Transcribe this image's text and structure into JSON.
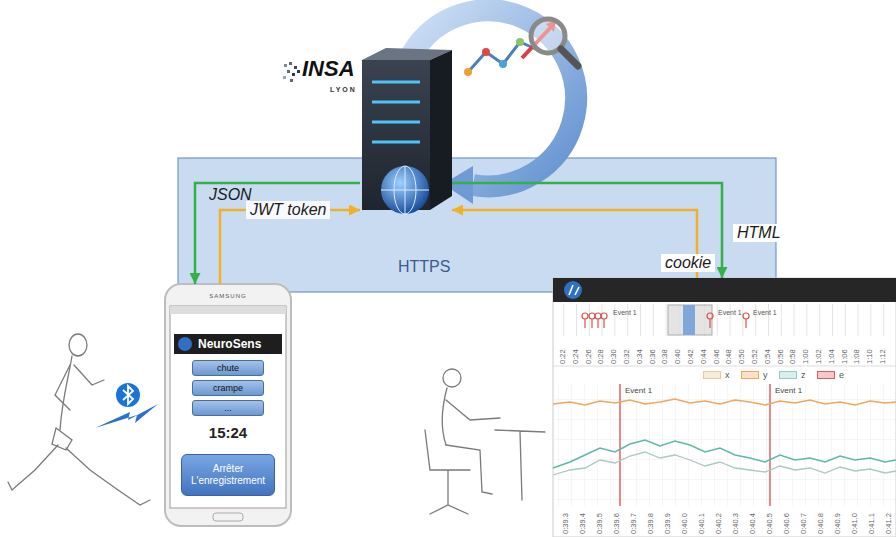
{
  "diagram": {
    "nodes": [
      {
        "text": [
          "INSA",
          "LYON"
        ]
      },
      {
        "text": [
          "HTTPS"
        ]
      },
      {
        "text": [
          "SAMSUNG",
          "NeuroSens",
          "15:24"
        ]
      },
      {
        "text": [
          "chute"
        ],
        "in": 2
      },
      {
        "text": [
          "crampe"
        ],
        "in": 2
      },
      {
        "text": [
          "..."
        ],
        "in": 2
      },
      {
        "text": [
          "Arrêter L'enregistrement"
        ],
        "in": 2
      },
      {
        "text": [
          "Event 1",
          "Event 1"
        ]
      }
    ],
    "edges": [
      {
        "from": 0,
        "to": 2,
        "label": "JSON",
        "arrow": "to"
      },
      {
        "from": 2,
        "to": 0,
        "label": "JWT token",
        "arrow": "to"
      },
      {
        "from": 0,
        "to": 7,
        "label": "HTML",
        "arrow": "to"
      },
      {
        "from": 7,
        "to": 0,
        "label": "cookie",
        "arrow": "to"
      }
    ],
    "labels": [
      "Event 1",
      "Event 1",
      "Event 1",
      "0:22",
      "0:24",
      "0:26",
      "0:28",
      "0:30",
      "0:32",
      "0:34",
      "0:36",
      "0:38",
      "0:40",
      "0:42",
      "0:44",
      "0:46",
      "0:48",
      "0:50",
      "0:52",
      "0:54",
      "0:56",
      "0:58",
      "1:00",
      "1:02",
      "1:04",
      "1:06",
      "1:08",
      "1:10",
      "1:12",
      "0:39.3",
      "0:39.4",
      "0:39.5",
      "0:39.6",
      "0:39.7",
      "0:39.8",
      "0:39.9",
      "0:40.0",
      "0:40.1",
      "0:40.2",
      "0:40.3",
      "0:40.4",
      "0:40.5",
      "0:40.6",
      "0:40.7",
      "0:40.8",
      "0:40.9",
      "0:41.0",
      "0:41.1",
      "0:41.2"
    ],
    "legend": [
      {
        "text": "x",
        "color": "#e9c79a"
      },
      {
        "text": "y",
        "color": "#f2a65a"
      },
      {
        "text": "z",
        "color": "#8fcfc3"
      },
      {
        "text": "e",
        "color": "#e05a5a"
      }
    ]
  }
}
